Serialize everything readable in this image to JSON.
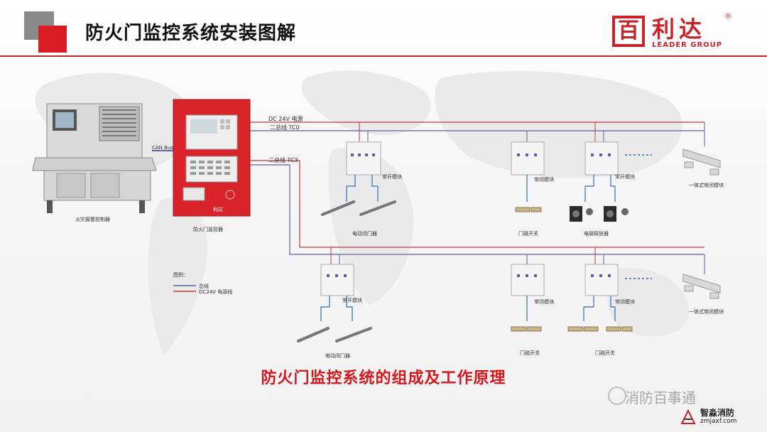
{
  "header": {
    "title": "防火门监控系统安装图解",
    "logo_mark": "百",
    "logo_cn": "利达",
    "logo_registered": "®",
    "logo_en": "LEADER GROUP"
  },
  "colors": {
    "accent_red": "#d81e24",
    "accent_gray": "#8a8a8a",
    "bus_line": "#5a5f9e",
    "power_line": "#c43a3a"
  },
  "diagram": {
    "fire_alarm_controller": "火灾报警控制器",
    "can_bus": "CAN Bus",
    "door_monitor_panel": "防火门监控器",
    "panel_brand": "利达",
    "dc24v_line": "DC 24V 电源",
    "bus_tc0": "二总线 TC0",
    "bus_tc3": "二总线 TC3",
    "normally_open_module": "常开模块",
    "normally_closed_module": "常闭模块",
    "electric_door_closer": "电动闭门器",
    "door_magnetic_switch": "门磁开关",
    "electromagnetic_release": "电磁释放器",
    "integrated_closed_module": "一体式常闭模块",
    "legend_title": "图例：",
    "legend_bus": "总线",
    "legend_power": "DC24V 电源线"
  },
  "subtitle": "防火门监控系统的组成及工作原理",
  "watermark": {
    "wechat_text": "消防百事通",
    "site_name": "智淼消防",
    "site_url": "zmjaxf.com"
  }
}
